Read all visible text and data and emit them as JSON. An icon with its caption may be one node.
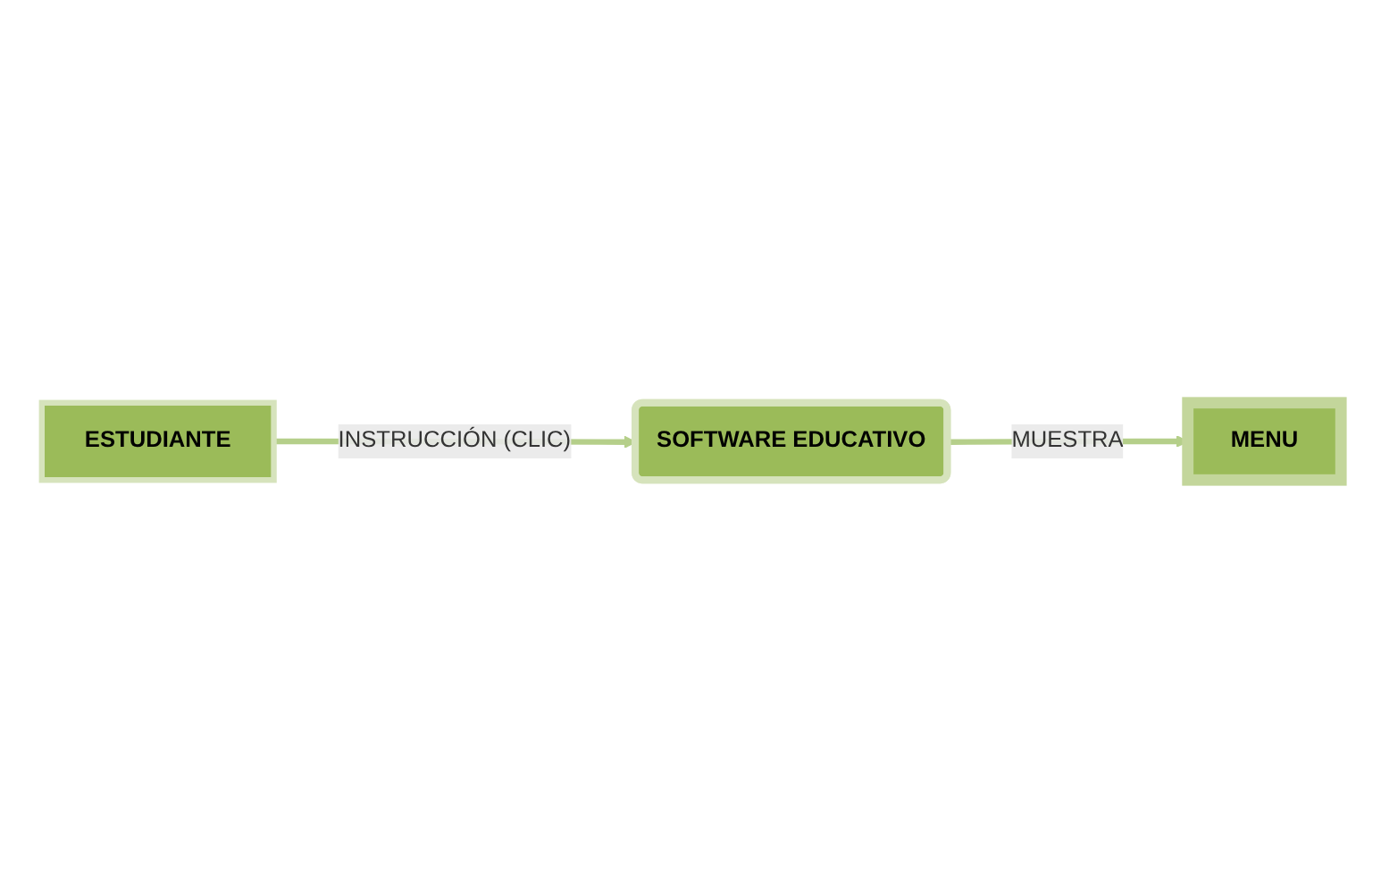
{
  "diagram": {
    "nodes": [
      {
        "text": [
          "ESTUDIANTE"
        ]
      },
      {
        "text": [
          "SOFTWARE EDUCATIVO"
        ]
      },
      {
        "text": [
          "MENU"
        ]
      }
    ],
    "edges": [
      {
        "from": 0,
        "to": 1,
        "arrow": "to",
        "label": "INSTRUCCIÓN (CLIC)"
      },
      {
        "from": 1,
        "to": 2,
        "arrow": "to",
        "label": "MUESTRA"
      }
    ]
  }
}
